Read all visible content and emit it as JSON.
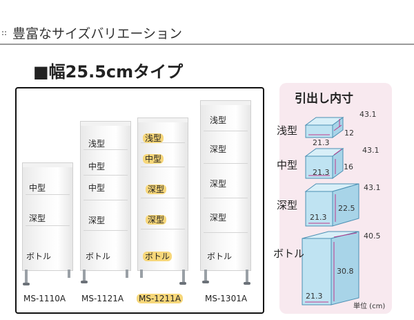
{
  "header": {
    "title": "豊富なサイズバリエーション"
  },
  "subtitle": "■幅25.5cmタイプ",
  "products": [
    {
      "model": "MS-1110A",
      "drawers": [
        "中型",
        "深型",
        "ボトル"
      ],
      "highlight": false
    },
    {
      "model": "MS-1121A",
      "drawers": [
        "浅型",
        "中型",
        "中型",
        "深型",
        "ボトル"
      ],
      "highlight": false
    },
    {
      "model": "MS-1211A",
      "drawers": [
        "浅型",
        "中型",
        "深型",
        "深型",
        "ボトル"
      ],
      "highlight": true
    },
    {
      "model": "MS-1301A",
      "drawers": [
        "浅型",
        "深型",
        "深型",
        "深型",
        "ボトル"
      ],
      "highlight": false
    }
  ],
  "inner": {
    "title": "引出し内寸",
    "unit_label": "単位 (cm)",
    "rows": [
      {
        "name": "浅型",
        "width": "21.3",
        "depth": "43.1",
        "height": "12"
      },
      {
        "name": "中型",
        "width": "21.3",
        "depth": "43.1",
        "height": "16"
      },
      {
        "name": "深型",
        "width": "21.3",
        "depth": "43.1",
        "height": "22.5"
      },
      {
        "name": "ボトル",
        "width": "21.3",
        "depth": "40.5",
        "height": "30.8"
      }
    ]
  },
  "colors": {
    "highlight": "#f7d77a",
    "box_fill": "#bfe3f2",
    "arrow": "#c0398a",
    "panel": "#f8e9ef"
  }
}
